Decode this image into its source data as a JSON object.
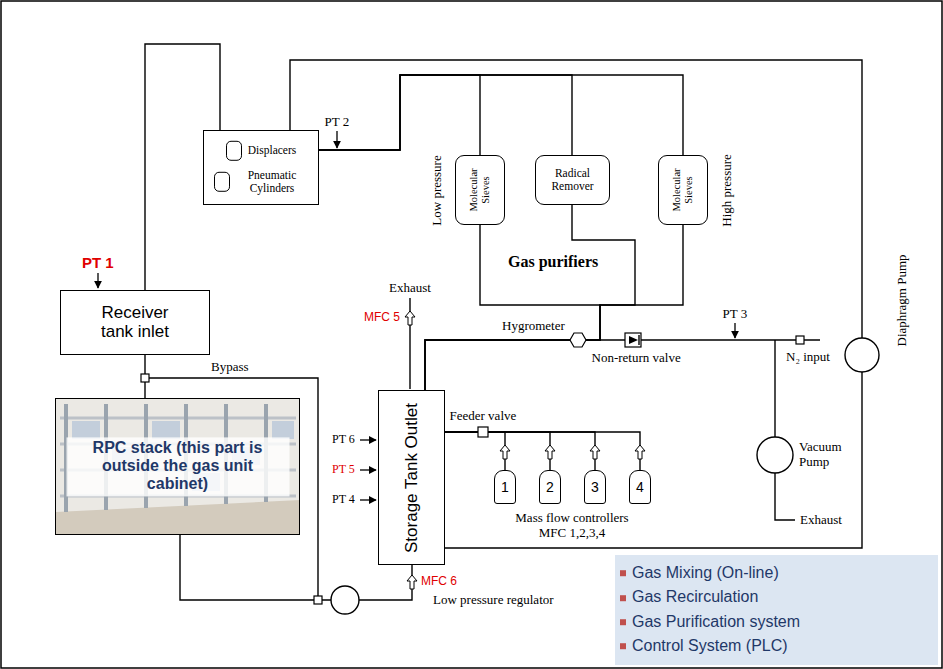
{
  "diagram": {
    "nodes": [
      {
        "text": [
          "Displacers",
          "Pneumatic Cylinders"
        ]
      },
      {
        "text": [
          "Molecular Sieves"
        ]
      },
      {
        "text": [
          "Radical Remover"
        ]
      },
      {
        "text": [
          "Molecular Sieves"
        ]
      },
      {
        "text": [
          "Receiver tank inlet"
        ]
      },
      {
        "text": [
          "Storage Tank Outlet"
        ]
      },
      {
        "text": [
          "RPC stack (this part is outside the gas unit cabinet)"
        ]
      },
      {
        "text": [
          "1"
        ]
      },
      {
        "text": [
          "2"
        ]
      },
      {
        "text": [
          "3"
        ]
      },
      {
        "text": [
          "4"
        ]
      },
      {
        "text": [
          "Gas Mixing (On-line)",
          "Gas Recirculation",
          "Gas Purification system",
          "Control System (PLC)"
        ]
      }
    ],
    "edges": [
      {
        "from": 4,
        "to": 0,
        "arrow": "none"
      },
      {
        "from": 0,
        "to": 1,
        "arrow": "none"
      },
      {
        "from": 0,
        "to": 2,
        "arrow": "none"
      },
      {
        "from": 0,
        "to": 3,
        "arrow": "none"
      },
      {
        "from": 1,
        "to": 5,
        "arrow": "none"
      },
      {
        "from": 2,
        "to": 5,
        "arrow": "none"
      },
      {
        "from": 3,
        "to": 5,
        "arrow": "none"
      },
      {
        "from": 4,
        "to": 6,
        "arrow": "none"
      },
      {
        "from": 5,
        "to": 6,
        "arrow": "none"
      },
      {
        "from": 7,
        "to": 5,
        "arrow": "none"
      },
      {
        "from": 8,
        "to": 5,
        "arrow": "none"
      },
      {
        "from": 9,
        "to": 5,
        "arrow": "none"
      },
      {
        "from": 10,
        "to": 5,
        "arrow": "none"
      },
      {
        "from": 5,
        "to": 0,
        "arrow": "none"
      }
    ],
    "labels": [
      "PT 2",
      "Low pressure",
      "High pressure",
      "Diaphragm Pump",
      "PT 1",
      "Gas purifiers",
      "Exhaust",
      "MFC 5",
      "Hygrometer",
      "PT 3",
      "Non-return valve",
      "N₂ input",
      "Bypass",
      "Feeder valve",
      "Vacuum Pump",
      "PT 6",
      "PT 5",
      "PT 4",
      "Exhaust",
      "Mass flow controllers MFC 1,2,3,4",
      "MFC 6",
      "Low pressure regulator"
    ]
  }
}
